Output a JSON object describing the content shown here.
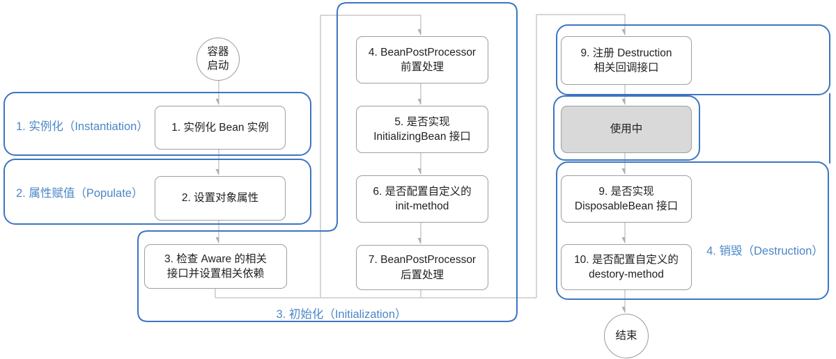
{
  "diagram": {
    "title_hint": "Spring Bean 生命周期流程图",
    "start": {
      "lines": [
        "容器",
        "启动"
      ]
    },
    "end": {
      "label": "结束"
    },
    "groups": {
      "instantiation": {
        "label": "1. 实例化（Instantiation）"
      },
      "populate": {
        "label": "2. 属性赋值（Populate）"
      },
      "initialization": {
        "label": "3. 初始化（Initialization）"
      },
      "destruction": {
        "label": "4. 销毁（Destruction）"
      }
    },
    "boxes": {
      "b1": {
        "lines": [
          "1. 实例化 Bean 实例"
        ]
      },
      "b2": {
        "lines": [
          "2. 设置对象属性"
        ]
      },
      "b3": {
        "lines": [
          "3. 检查 Aware 的相关",
          "接口并设置相关依赖"
        ]
      },
      "b4": {
        "lines": [
          "4. BeanPostProcessor",
          "前置处理"
        ]
      },
      "b5": {
        "lines": [
          "5. 是否实现",
          "InitializingBean 接口"
        ]
      },
      "b6": {
        "lines": [
          "6. 是否配置自定义的",
          "init-method"
        ]
      },
      "b7": {
        "lines": [
          "7. BeanPostProcessor",
          "后置处理"
        ]
      },
      "b8": {
        "lines": [
          "9. 注册 Destruction",
          "相关回调接口"
        ]
      },
      "b_inuse": {
        "lines": [
          "使用中"
        ]
      },
      "b9": {
        "lines": [
          "9. 是否实现",
          "DisposableBean 接口"
        ]
      },
      "b10": {
        "lines": [
          "10. 是否配置自定义的",
          "destory-method"
        ]
      }
    },
    "colors": {
      "group_border": "#3c74c2",
      "group_label_text": "#4b86c8",
      "box_border": "#9e9e9e",
      "connector_line": "#c9c9c9",
      "arrowhead": "#aeaeae",
      "in_use_fill": "#d9d9d9"
    }
  }
}
